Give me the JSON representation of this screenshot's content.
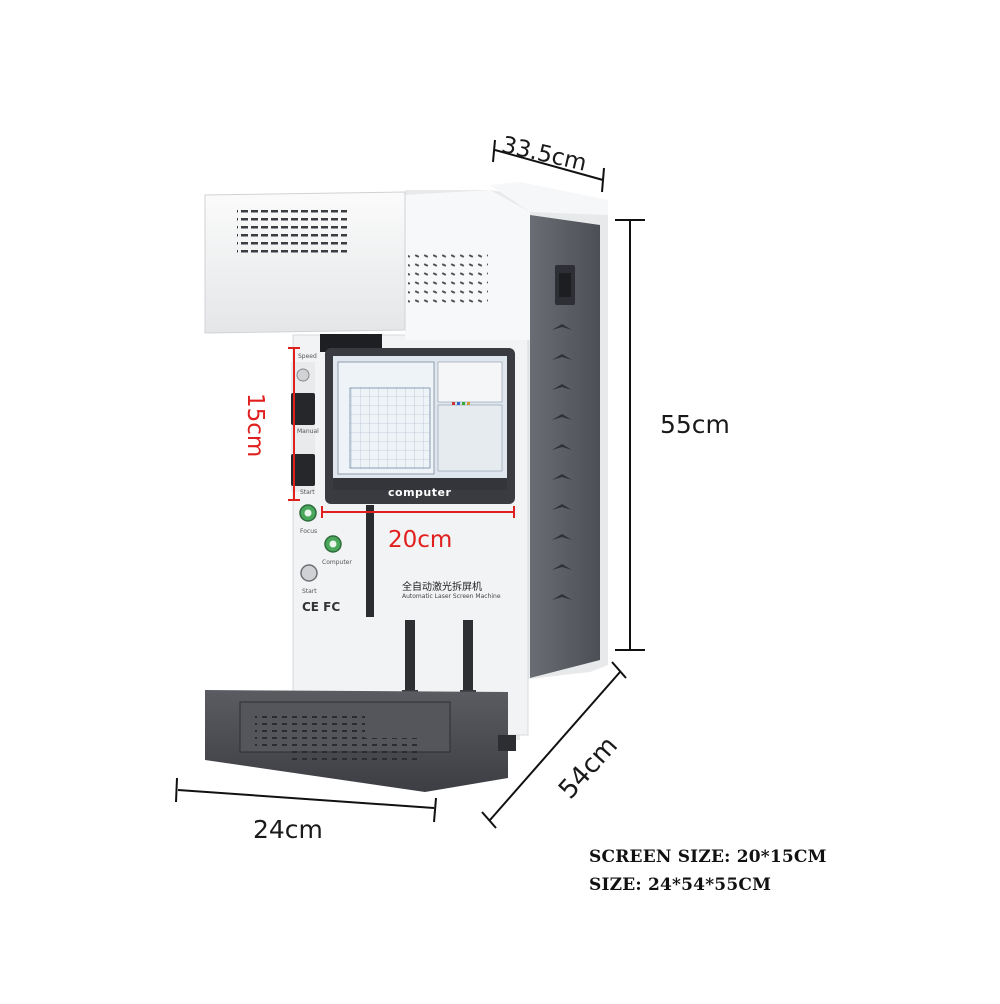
{
  "dimensions": {
    "depth_top": "33.5cm",
    "height": "55cm",
    "length": "54cm",
    "width": "24cm",
    "screen_height": "15cm",
    "screen_width": "20cm"
  },
  "specs": {
    "screen_size": "SCREEN SIZE: 20*15CM",
    "size": "SIZE: 24*54*55CM"
  },
  "machine": {
    "screen_brand": "computer",
    "title_cn": "全自动激光拆屏机",
    "title_en": "Automatic Laser Screen Machine",
    "certifications": "CE FC",
    "buttons": [
      "Speed",
      "Manual",
      "Start",
      "Focus",
      "Computer",
      "Start"
    ]
  },
  "colors": {
    "annotation_red": "#e0201e",
    "dimension_line": "#111111",
    "body_white": "#f4f5f6",
    "side_panel": "#5d6068",
    "tray": "#4a4c52"
  }
}
